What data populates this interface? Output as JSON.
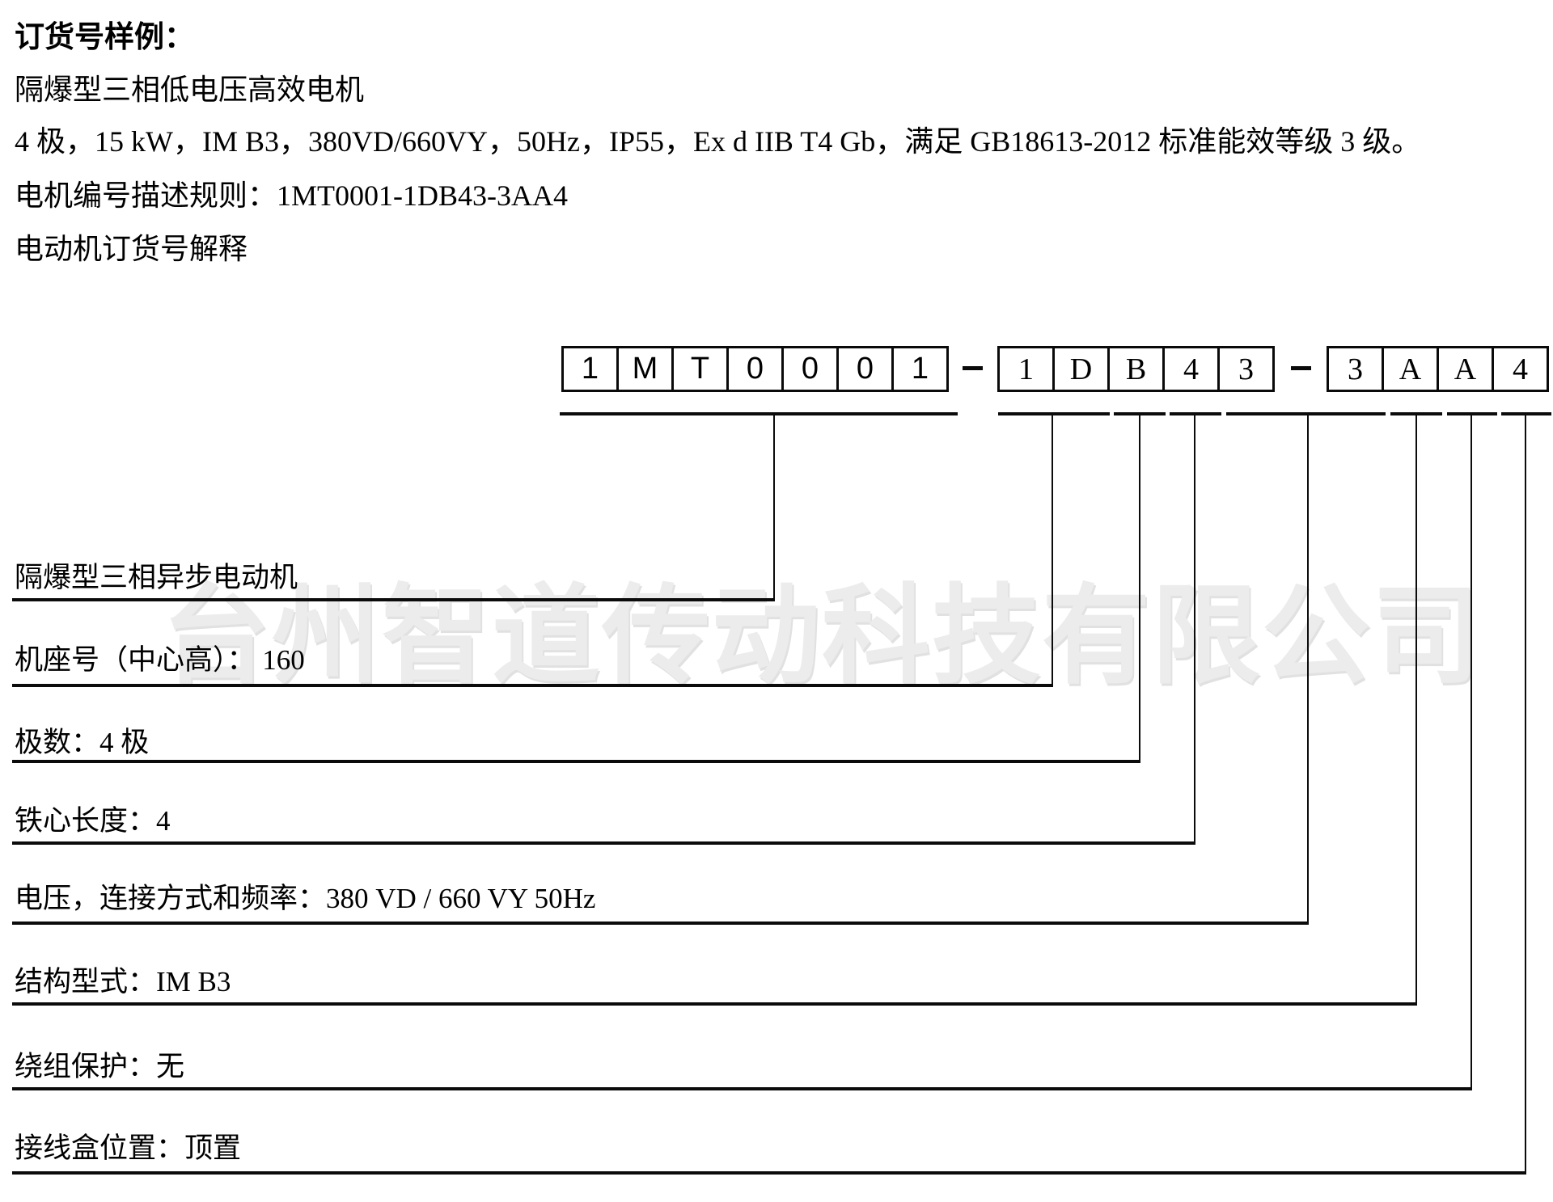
{
  "header": {
    "title": "订货号样例：",
    "motor_type_line": "隔爆型三相低电压高效电机",
    "spec_line": "4 极，15 kW，IM B3，380VD/660VY，50Hz，IP55，Ex d IIB T4 Gb，满足 GB18613-2012 标准能效等级 3 级。",
    "numbering_rule_line": "电机编号描述规则：1MT0001-1DB43-3AA4",
    "explanation_line": "电动机订货号解释"
  },
  "order_code": {
    "full": "1MT0001-1DB43-3AA4",
    "separator": "-",
    "group1": [
      "1",
      "M",
      "T",
      "0",
      "0",
      "0",
      "1"
    ],
    "group2": [
      "1",
      "D",
      "B",
      "4",
      "3"
    ],
    "group3": [
      "3",
      "A",
      "A",
      "4"
    ]
  },
  "legend": [
    {
      "label": "隔爆型三相异步电动机"
    },
    {
      "label": "机座号（中心高）： 160"
    },
    {
      "label": "极数：4 极"
    },
    {
      "label": "铁心长度：4"
    },
    {
      "label": "电压，连接方式和频率：380 VD / 660 VY 50Hz"
    },
    {
      "label": "结构型式：IM B3"
    },
    {
      "label": "绕组保护：无"
    },
    {
      "label": "接线盒位置：顶置"
    }
  ],
  "watermark": "台州智道传动科技有限公司",
  "colors": {
    "text": "#000000",
    "line": "#0b0b0b",
    "watermark": "#ececec",
    "background": "#ffffff"
  }
}
